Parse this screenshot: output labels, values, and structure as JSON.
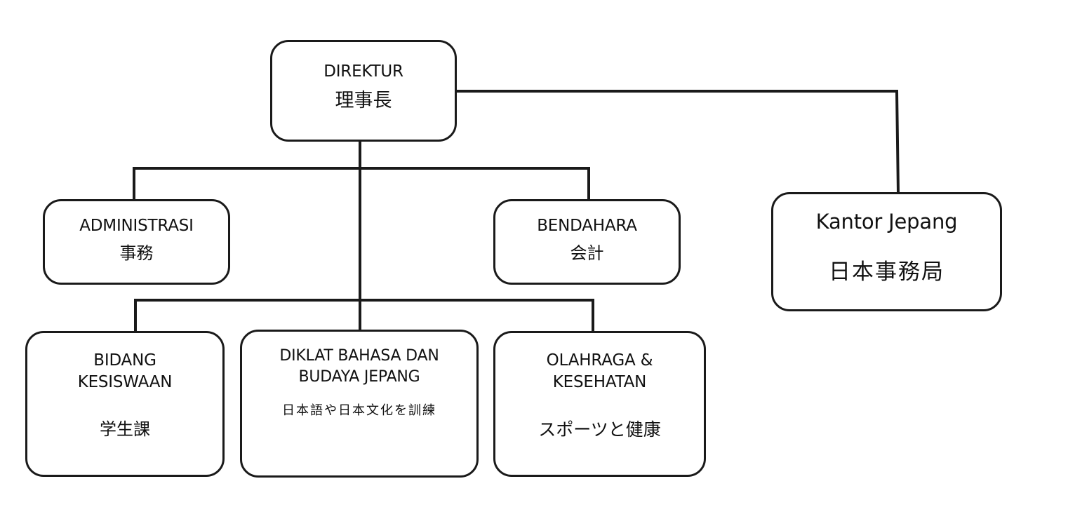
{
  "org_chart": {
    "direktur": {
      "en": "DIREKTUR",
      "jp": "理事長"
    },
    "administrasi": {
      "en": "ADMINISTRASI",
      "jp": "事務"
    },
    "bendahara": {
      "en": "BENDAHARA",
      "jp": "会計"
    },
    "kantor_jepang": {
      "en": "Kantor Jepang",
      "jp": "日本事務局"
    },
    "kesiswaan": {
      "en": "BIDANG\nKESISWAAN",
      "jp": "学生課"
    },
    "diklat": {
      "en": "DIKLAT BAHASA DAN\nBUDAYA JEPANG",
      "jp": "日本語や日本文化を訓練"
    },
    "olahraga": {
      "en": "OLAHRAGA &\nKESEHATAN",
      "jp": "スポーツと健康"
    }
  },
  "colors": {
    "line": "#1a1a1a",
    "box_border": "#1a1a1a",
    "background": "#ffffff"
  }
}
